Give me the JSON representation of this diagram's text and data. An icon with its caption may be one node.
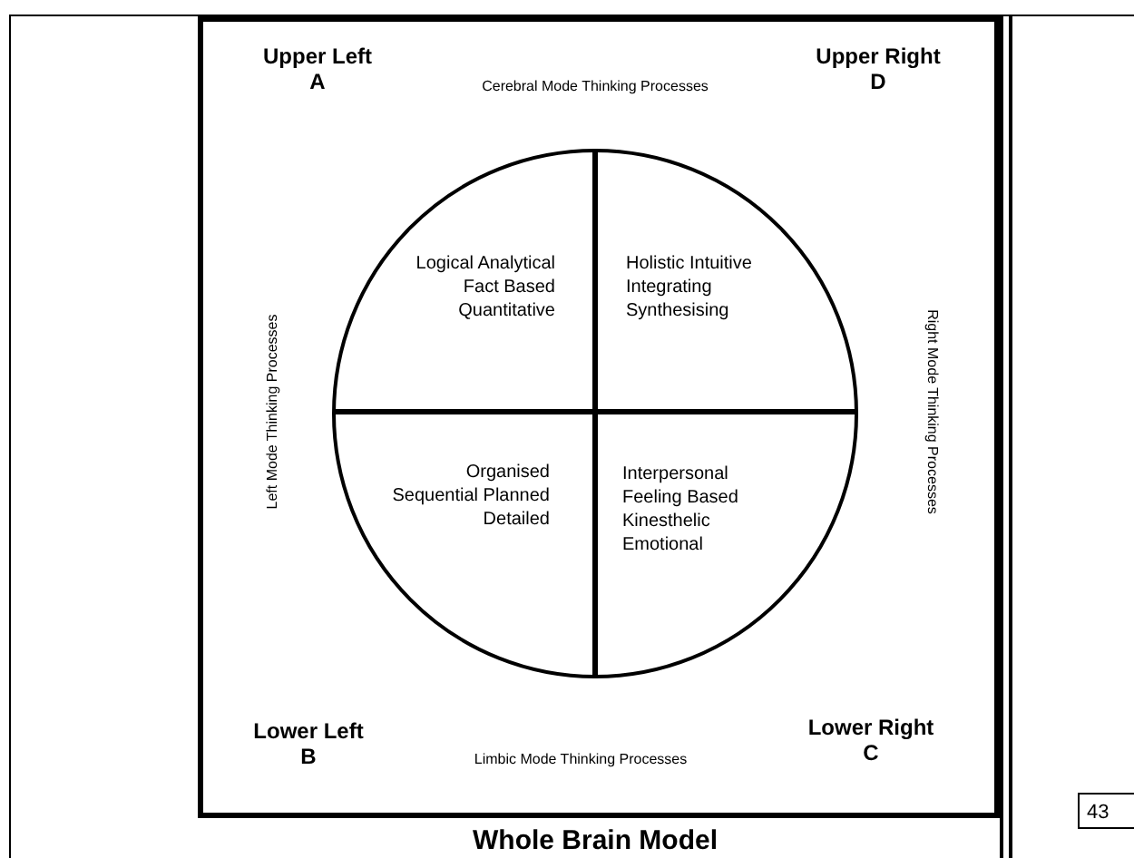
{
  "diagram": {
    "title": "Whole Brain Model",
    "nodes": [
      {
        "text": [],
        "shape": "circle"
      },
      {
        "text": [
          "Logical Analytical Fact Based Quantitative"
        ],
        "in": 0
      },
      {
        "text": [
          "Holistic Intuitive Integrating Synthesising"
        ],
        "in": 0
      },
      {
        "text": [
          "Organised Sequential Planned Detailed"
        ],
        "in": 0
      },
      {
        "text": [
          "Interpersonal Feeling Based Kinesthelic Emotional"
        ],
        "in": 0
      }
    ],
    "edges": [],
    "labels": [
      "Upper Left",
      "A",
      "Cerebral Mode Thinking Processes",
      "Upper Right",
      "D",
      "Left Mode Thinking Processes",
      "Right Mode Thinking Processes",
      "Lower Left",
      "B",
      "Limbic Mode Thinking Processes",
      "Lower Right",
      "C",
      "43"
    ]
  }
}
